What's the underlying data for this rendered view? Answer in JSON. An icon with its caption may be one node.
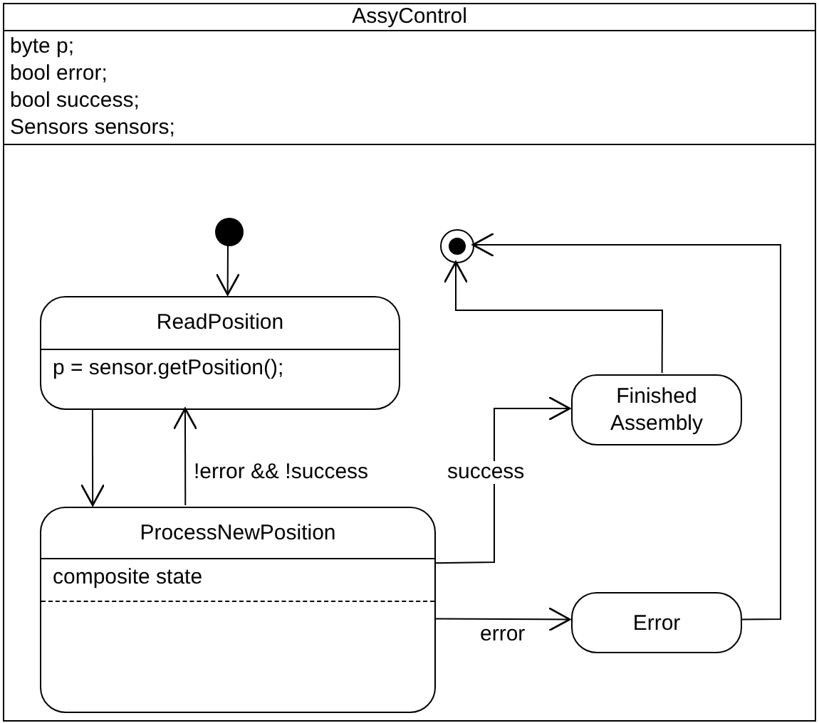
{
  "diagram": {
    "nodes": [
      {
        "text": [
          "AssyControl",
          "byte p;",
          "bool error;",
          "bool success;",
          "Sensors sensors;"
        ]
      },
      {
        "text": [],
        "shape": "circle",
        "in": 0
      },
      {
        "text": [
          "ReadPosition",
          "p = sensor.getPosition();"
        ],
        "in": 0
      },
      {
        "text": [
          "ProcessNewPosition",
          "composite state"
        ],
        "in": 0
      },
      {
        "text": [],
        "shape": "circle",
        "in": 0
      },
      {
        "text": [
          "Finished Assembly"
        ],
        "in": 0
      },
      {
        "text": [
          "Error"
        ],
        "in": 0
      }
    ],
    "edges": [
      {
        "from": 1,
        "to": 2,
        "arrow": "to"
      },
      {
        "from": 2,
        "to": 3,
        "arrow": "to"
      },
      {
        "from": 3,
        "to": 2,
        "arrow": "to",
        "label": "!error && !success"
      },
      {
        "from": 3,
        "to": 5,
        "arrow": "to",
        "label": "success"
      },
      {
        "from": 3,
        "to": 6,
        "arrow": "to",
        "label": "error"
      },
      {
        "from": 5,
        "to": 4,
        "arrow": "to"
      },
      {
        "from": 6,
        "to": 4,
        "arrow": "to"
      }
    ]
  }
}
